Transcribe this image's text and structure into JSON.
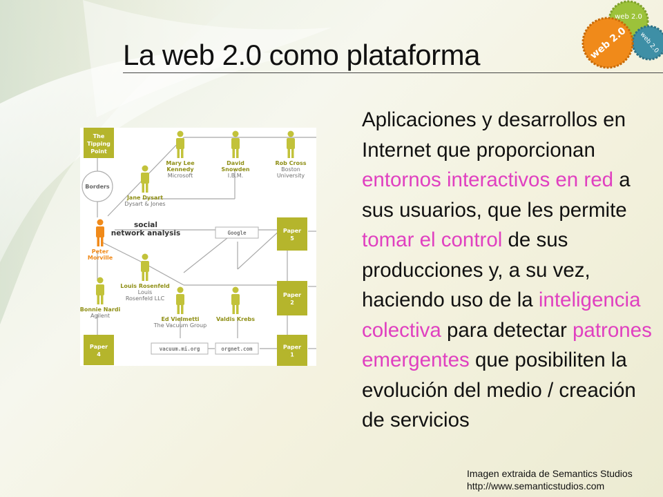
{
  "slide": {
    "title": "La web 2.0 como plataforma",
    "body_segments": [
      {
        "text": "Aplicaciones y desarrollos en Internet que proporcionan ",
        "highlight": false
      },
      {
        "text": "entornos interactivos en red",
        "highlight": true
      },
      {
        "text": " a sus usuarios, que les permite ",
        "highlight": false
      },
      {
        "text": "tomar el control",
        "highlight": true
      },
      {
        "text": " de sus producciones y, a su vez, haciendo uso de la ",
        "highlight": false
      },
      {
        "text": "inteligencia colectiva",
        "highlight": true
      },
      {
        "text": " para detectar ",
        "highlight": false
      },
      {
        "text": "patrones emergentes",
        "highlight": true
      },
      {
        "text": " que posibiliten la evolución del medio / creación de servicios",
        "highlight": false
      }
    ],
    "credit_line1": "Imagen extraida de Semantics Studios",
    "credit_line2": "http://www.semanticstudios.com",
    "highlight_color": "#e040c0"
  },
  "badges": [
    {
      "label": "web 2.0",
      "color": "#9cc23a"
    },
    {
      "label": "web 2.0",
      "color": "#f08a1a"
    },
    {
      "label": "web 2.0",
      "color": "#3e8fa6"
    }
  ],
  "diagram": {
    "center_label_line1": "social",
    "center_label_line2": "network analysis",
    "boxes": [
      {
        "key": "tipping",
        "lines": [
          "The",
          "Tipping",
          "Point"
        ]
      },
      {
        "key": "paper5",
        "lines": [
          "Paper",
          "5"
        ]
      },
      {
        "key": "paper2",
        "lines": [
          "Paper",
          "2"
        ]
      },
      {
        "key": "paper4",
        "lines": [
          "Paper",
          "4"
        ]
      },
      {
        "key": "paper1",
        "lines": [
          "Paper",
          "1"
        ]
      }
    ],
    "tags": {
      "borders": "Borders",
      "google": "Google",
      "vacuum": "vacuum.mi.org",
      "orgnet": "orgnet.com"
    },
    "people": [
      {
        "key": "mary",
        "name_lines": [
          "Mary Lee",
          "Kennedy"
        ],
        "org_lines": [
          "Microsoft"
        ],
        "highlight": false
      },
      {
        "key": "david",
        "name_lines": [
          "David",
          "Snowden"
        ],
        "org_lines": [
          "I.B.M."
        ],
        "highlight": false
      },
      {
        "key": "rob",
        "name_lines": [
          "Rob Cross"
        ],
        "org_lines": [
          "Boston",
          "University"
        ],
        "highlight": false
      },
      {
        "key": "jane",
        "name_lines": [
          "Jane Dysart"
        ],
        "org_lines": [
          "Dysart & Jones"
        ],
        "highlight": false
      },
      {
        "key": "peter",
        "name_lines": [
          "Peter",
          "Morville"
        ],
        "org_lines": [],
        "highlight": true
      },
      {
        "key": "louis",
        "name_lines": [
          "Louis Rosenfeld"
        ],
        "org_lines": [
          "Louis",
          "Rosenfeld LLC"
        ],
        "highlight": false
      },
      {
        "key": "bonnie",
        "name_lines": [
          "Bonnie Nardi"
        ],
        "org_lines": [
          "Agilent"
        ],
        "highlight": false
      },
      {
        "key": "ed",
        "name_lines": [
          "Ed Vielmetti"
        ],
        "org_lines": [
          "The Vacuum Group"
        ],
        "highlight": false
      },
      {
        "key": "valdis",
        "name_lines": [
          "Valdis Krebs"
        ],
        "org_lines": [],
        "highlight": false
      }
    ],
    "colors": {
      "box": "#b5b52c",
      "figure": "#c2c23a",
      "highlight": "#f08a1a",
      "name": "#8f8f16",
      "org": "#6f6f6f",
      "line": "#a8a8a8"
    }
  }
}
